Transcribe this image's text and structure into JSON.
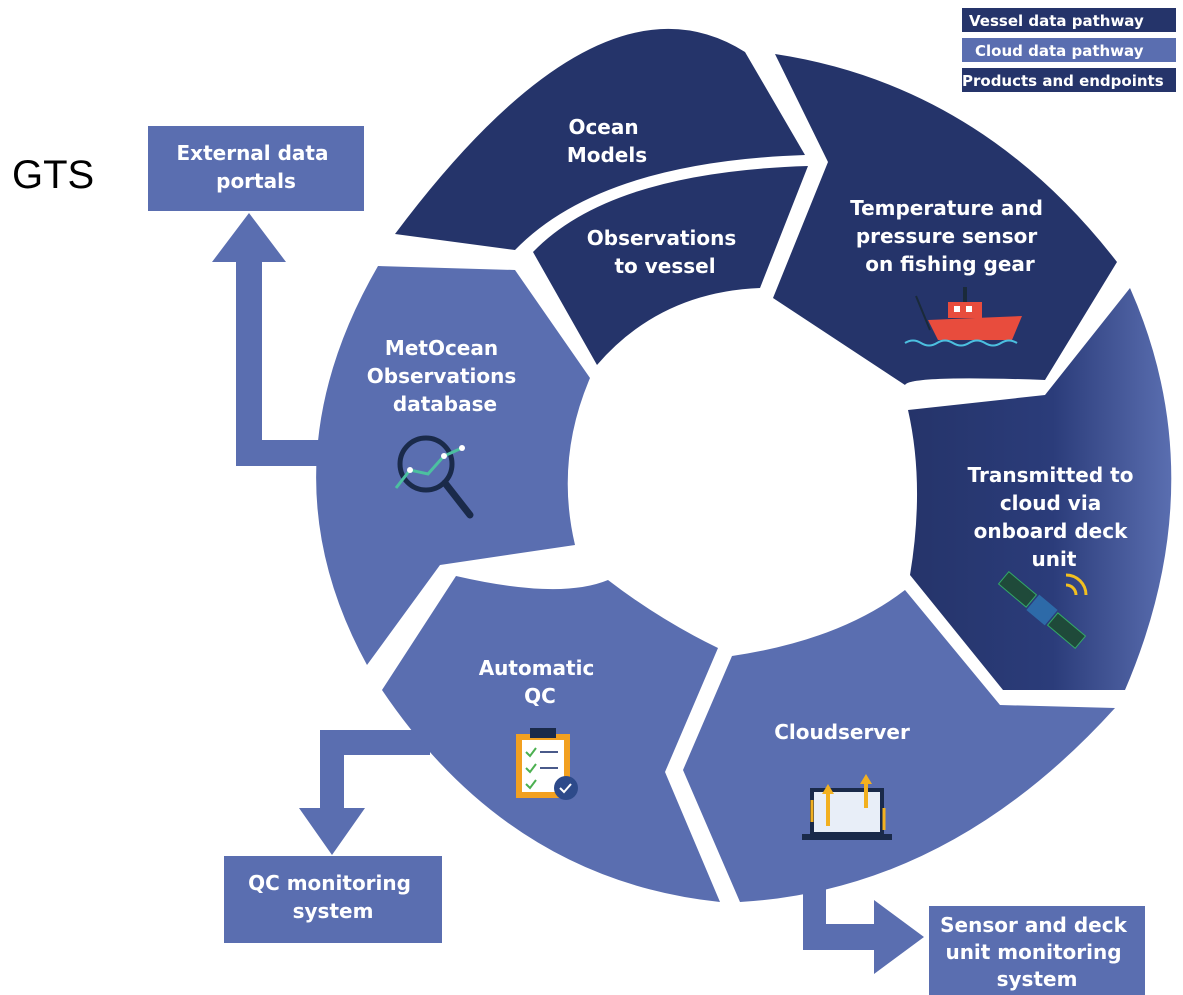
{
  "legend": {
    "vessel": "Vessel data pathway",
    "cloud": "Cloud data pathway",
    "products": "Products and endpoints"
  },
  "gts_label": "GTS",
  "segments": {
    "ocean_models": [
      "Ocean",
      "Models"
    ],
    "obs_to_vessel": [
      "Observations",
      "to vessel"
    ],
    "temperature": [
      "Temperature and",
      "pressure sensor",
      "on fishing gear"
    ],
    "transmitted": [
      "Transmitted to",
      "cloud via",
      "onboard deck",
      "unit"
    ],
    "cloudserver": [
      "Cloudserver"
    ],
    "auto_qc": [
      "Automatic",
      "QC"
    ],
    "metocean": [
      "MetOcean",
      "Observations",
      "database"
    ]
  },
  "endpoints": {
    "external": [
      "External data",
      "portals"
    ],
    "qc_monitoring": [
      "QC monitoring",
      "system"
    ],
    "sensor_monitoring": [
      "Sensor and deck",
      "unit monitoring",
      "system"
    ]
  },
  "colors": {
    "vessel": "#25346a",
    "cloud": "#5a6eb0",
    "products": "#5a6eb0"
  },
  "icons": [
    "fishing-boat-icon",
    "satellite-icon",
    "cloud-server-laptop-icon",
    "qc-clipboard-icon",
    "magnifier-chart-icon"
  ]
}
